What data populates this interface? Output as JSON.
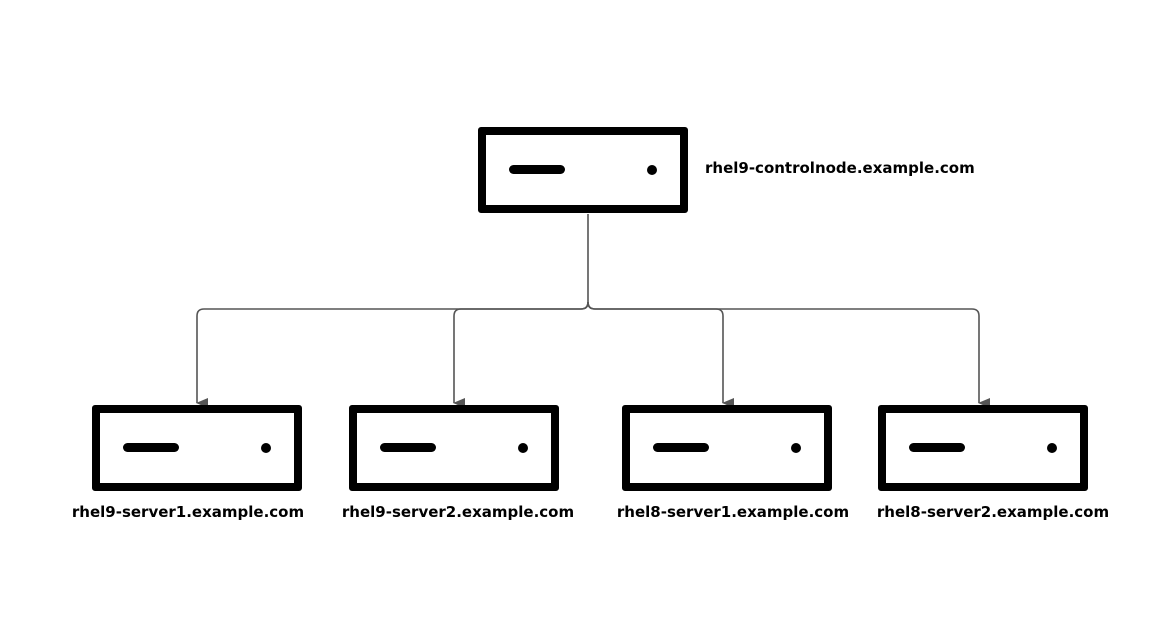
{
  "colors": {
    "server_outline": "#000000",
    "connector": "#555555",
    "background": "#ffffff"
  },
  "icons": {
    "server": "server-icon"
  },
  "control_node": {
    "label": "rhel9-controlnode.example.com"
  },
  "managed_nodes": [
    {
      "label": "rhel9-server1.example.com"
    },
    {
      "label": "rhel9-server2.example.com"
    },
    {
      "label": "rhel8-server1.example.com"
    },
    {
      "label": "rhel8-server2.example.com"
    }
  ]
}
